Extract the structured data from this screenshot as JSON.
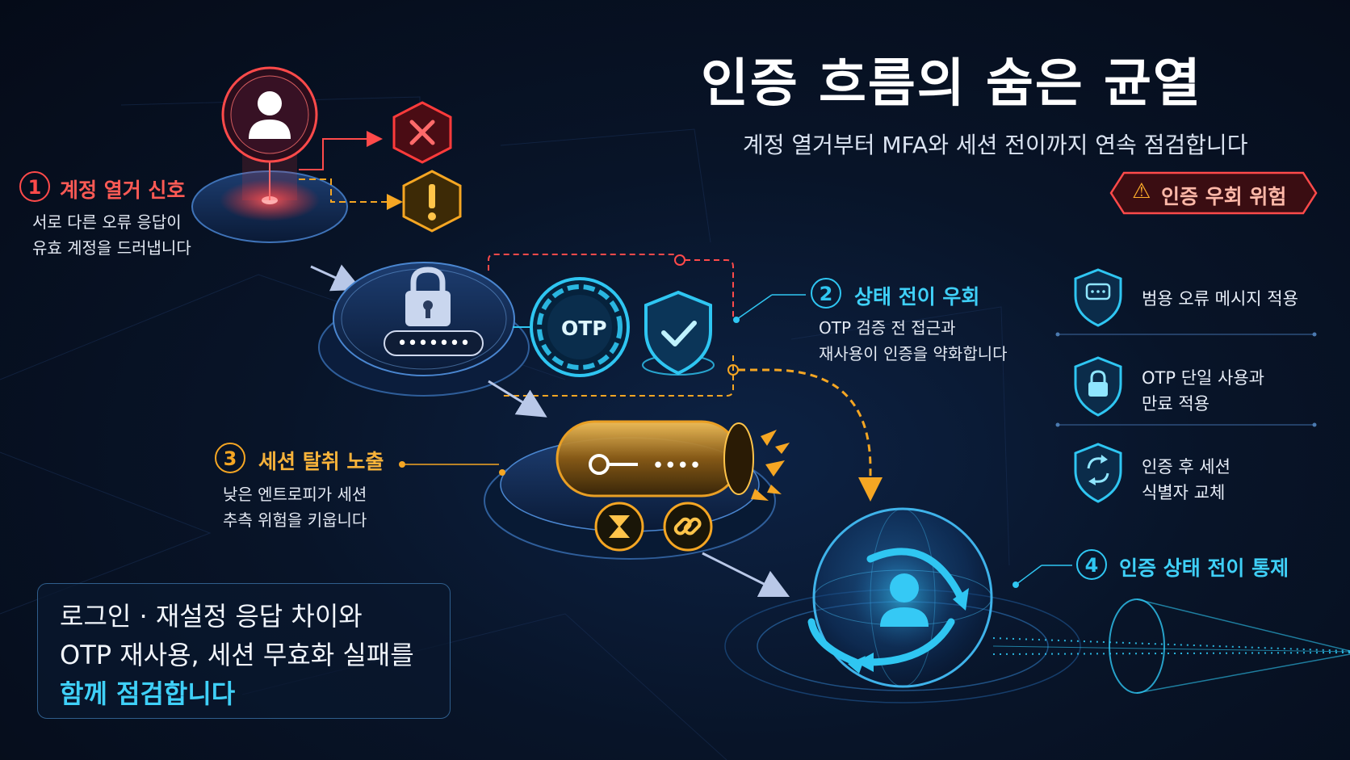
{
  "header": {
    "title": "인증 흐름의 숨은 균열",
    "subtitle": "계정 열거부터 MFA와 세션 전이까지 연속 점검합니다",
    "risk_badge": "인증 우회 위험"
  },
  "steps": [
    {
      "number": "1",
      "label": "계정 열거 신호",
      "desc_lines": [
        "서로 다른 오류 응답이",
        "유효 계정을 드러냅니다"
      ],
      "color": "#ff4a4a"
    },
    {
      "number": "2",
      "label": "상태 전이 우회",
      "desc_lines": [
        "OTP 검증 전 접근과",
        "재사용이 인증을 약화합니다"
      ],
      "color": "#2fc6f2"
    },
    {
      "number": "3",
      "label": "세션 탈취 노출",
      "desc_lines": [
        "낮은 엔트로피가 세션",
        "추측 위험을 키웁니다"
      ],
      "color": "#f5a623"
    },
    {
      "number": "4",
      "label": "인증 상태 전이 통제",
      "desc_lines": [],
      "color": "#2fc6f2"
    }
  ],
  "otp_label": "OTP",
  "password_mask": "•••••••",
  "session_token_mask": "••••",
  "controls": [
    {
      "icon": "chat-shield-icon",
      "lines": [
        "범용 오류 메시지 적용"
      ]
    },
    {
      "icon": "lock-shield-icon",
      "lines": [
        "OTP 단일 사용과",
        "만료 적용"
      ]
    },
    {
      "icon": "refresh-shield-icon",
      "lines": [
        "인증 후 세션",
        "식별자 교체"
      ]
    }
  ],
  "summary": {
    "line1": "로그인 · 재설정 응답 차이와",
    "line2": "OTP 재사용, 세션 무효화 실패를",
    "line3": "함께 점검합니다"
  },
  "colors": {
    "red": "#ff4a4a",
    "cyan": "#2fc6f2",
    "amber": "#f5a623",
    "background": "#07101f"
  }
}
